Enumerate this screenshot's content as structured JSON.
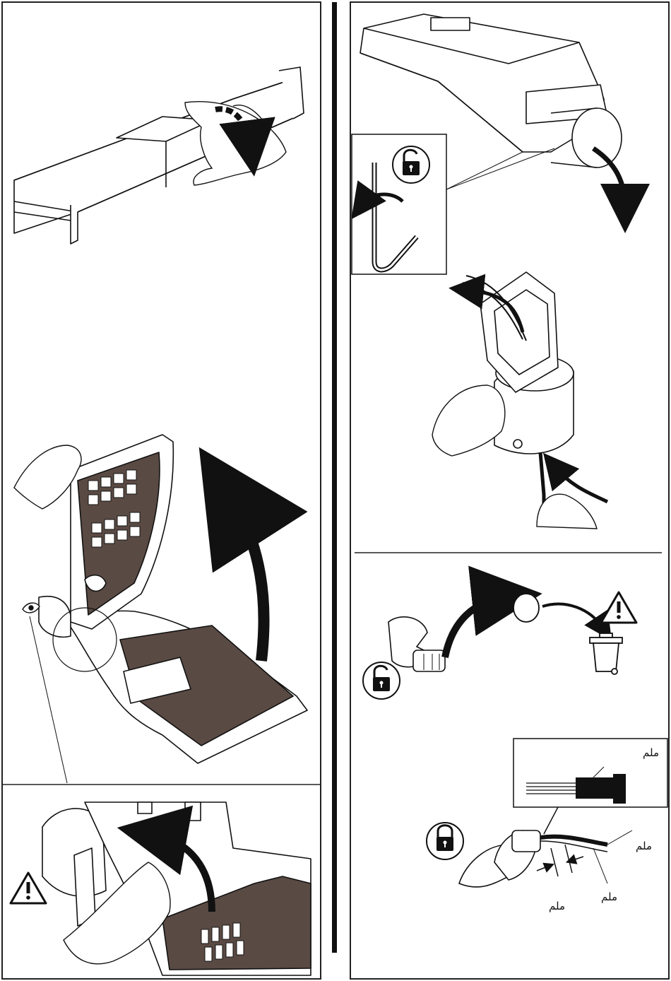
{
  "colors": {
    "ink": "#111111",
    "paper": "#ffffff",
    "shade": "#5a4a44",
    "frame": "#222222"
  },
  "icons": {
    "padlock_open": "padlock-open-icon",
    "padlock_closed": "padlock-closed-icon",
    "warning": "warning-triangle-icon",
    "bin": "waste-bin-icon",
    "eye": "eye-icon"
  },
  "labels": {
    "mm_inset": "ملم",
    "mm_a": "ملم",
    "mm_b": "ملم",
    "mm_c": "ملم"
  }
}
